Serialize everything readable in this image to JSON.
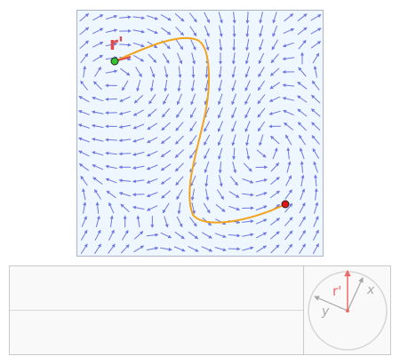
{
  "field": {
    "curve_label": "r'",
    "colors": {
      "background": "#eef6ff",
      "border": "#aab3c7",
      "arrow": "#6d78e0",
      "curve": "#f2a31c",
      "start_point": "#31c531",
      "end_point": "#e31414",
      "label": "#e24a4a"
    }
  },
  "frame": {
    "tangent_label": "r'",
    "x_label": "x",
    "y_label": "y",
    "colors": {
      "circle": "#d6d6d6",
      "axes": "#a8a8a8",
      "tangent": "#ee6a6a"
    }
  },
  "bottom_rows": [
    {
      "value": ""
    },
    {
      "value": ""
    }
  ]
}
